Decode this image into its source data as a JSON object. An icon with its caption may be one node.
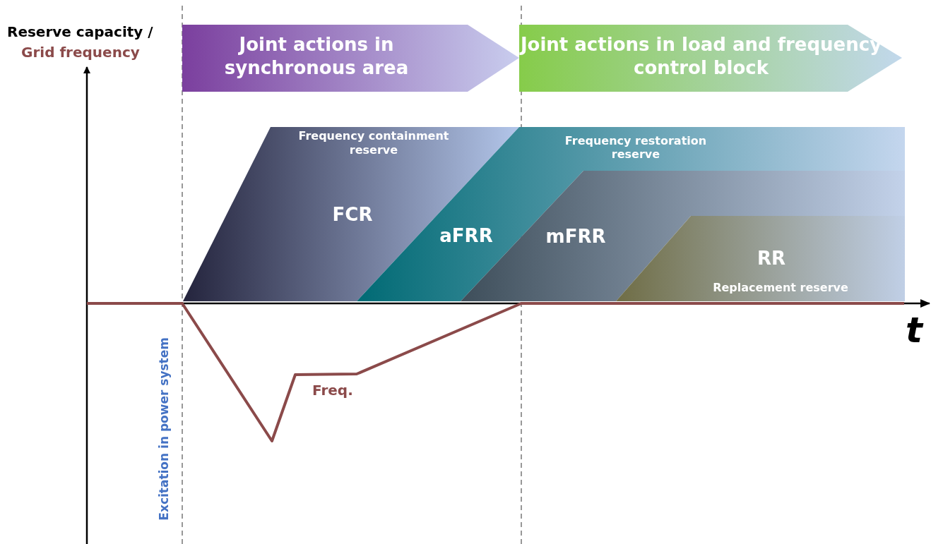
{
  "diagram": {
    "nodes": [
      {
        "text": [
          "Joint actions in synchronous area"
        ]
      },
      {
        "text": [
          "Joint actions in load and frequency control block"
        ]
      },
      {
        "text": [
          "Frequency containment reserve",
          "FCR"
        ]
      },
      {
        "text": [
          "aFRR"
        ]
      },
      {
        "text": [
          "mFRR"
        ]
      },
      {
        "text": [
          "RR",
          "Replacement reserve"
        ]
      }
    ],
    "edges": [],
    "labels": [
      "Reserve capacity /",
      "Grid frequency",
      "Frequency restoration reserve",
      "t",
      "Freq.",
      "Excitation in power system"
    ]
  }
}
